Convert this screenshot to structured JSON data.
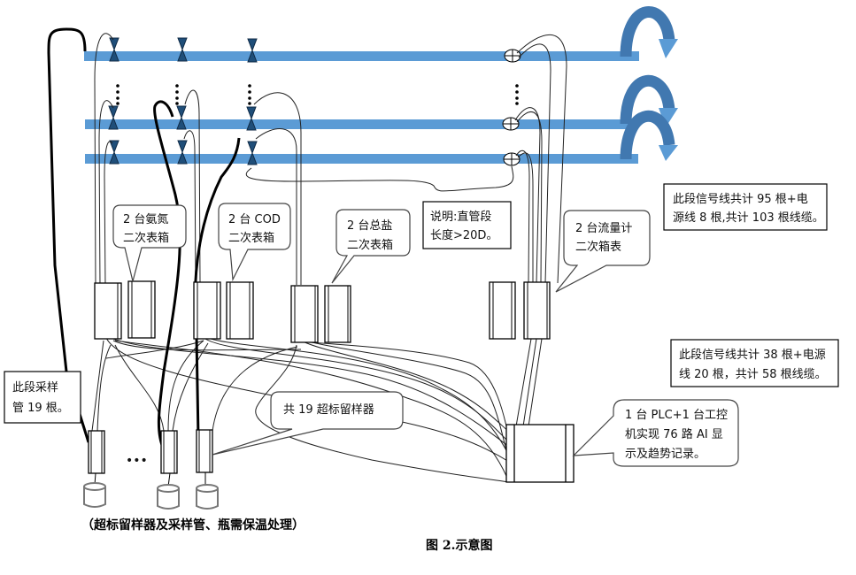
{
  "figure": {
    "caption": "图 2.示意图",
    "subcaption": "（超标留样器及采样管、瓶需保温处理）"
  },
  "colors": {
    "pipe": "#5b9bd5",
    "pipe_dark": "#4178b0",
    "valve": "#1f4e79",
    "wire": "#222222"
  },
  "pipes": [
    {
      "id": "pipe-1",
      "valves": 3,
      "flowmeter": true
    },
    {
      "id": "pipe-2",
      "valves": 3,
      "flowmeter": true
    },
    {
      "id": "pipe-3",
      "valves": 3,
      "flowmeter": true
    }
  ],
  "callouts": {
    "ammonia": {
      "line1": "2 台氨氮",
      "line2": "二次表箱"
    },
    "cod": {
      "line1": "2 台 COD",
      "line2": "二次表箱"
    },
    "salt": {
      "line1": "2 台总盐",
      "line2": "二次表箱"
    },
    "flow": {
      "line1": "2 台流量计",
      "line2": "二次箱表"
    },
    "samplers": {
      "line1": "共 19 超标留样器"
    },
    "plc": {
      "line1": "1 台 PLC+1 台工控",
      "line2": "机实现 76 路 AI 显",
      "line3": "示及趋势记录。"
    }
  },
  "notes": {
    "straight_pipe": {
      "line1": "说明:直管段",
      "line2": "长度>20D。"
    },
    "upper_cables": {
      "line1": "此段信号线共计 95 根+电",
      "line2": "源线 8 根,共计 103 根线缆。"
    },
    "lower_cables": {
      "line1": "此段信号线共计 38 根+电源",
      "line2": "线 20 根，共计 58 根线缆。"
    },
    "sample_tubes": {
      "line1": "此段采样",
      "line2": "管 19 根。"
    }
  },
  "ellipsis": "•••",
  "icons": {
    "valve": "bowtie-valve-icon",
    "flowmeter": "circle-cross-flowmeter-icon",
    "return_arrow": "curved-arrow-icon",
    "bottle": "sample-bottle-icon"
  }
}
